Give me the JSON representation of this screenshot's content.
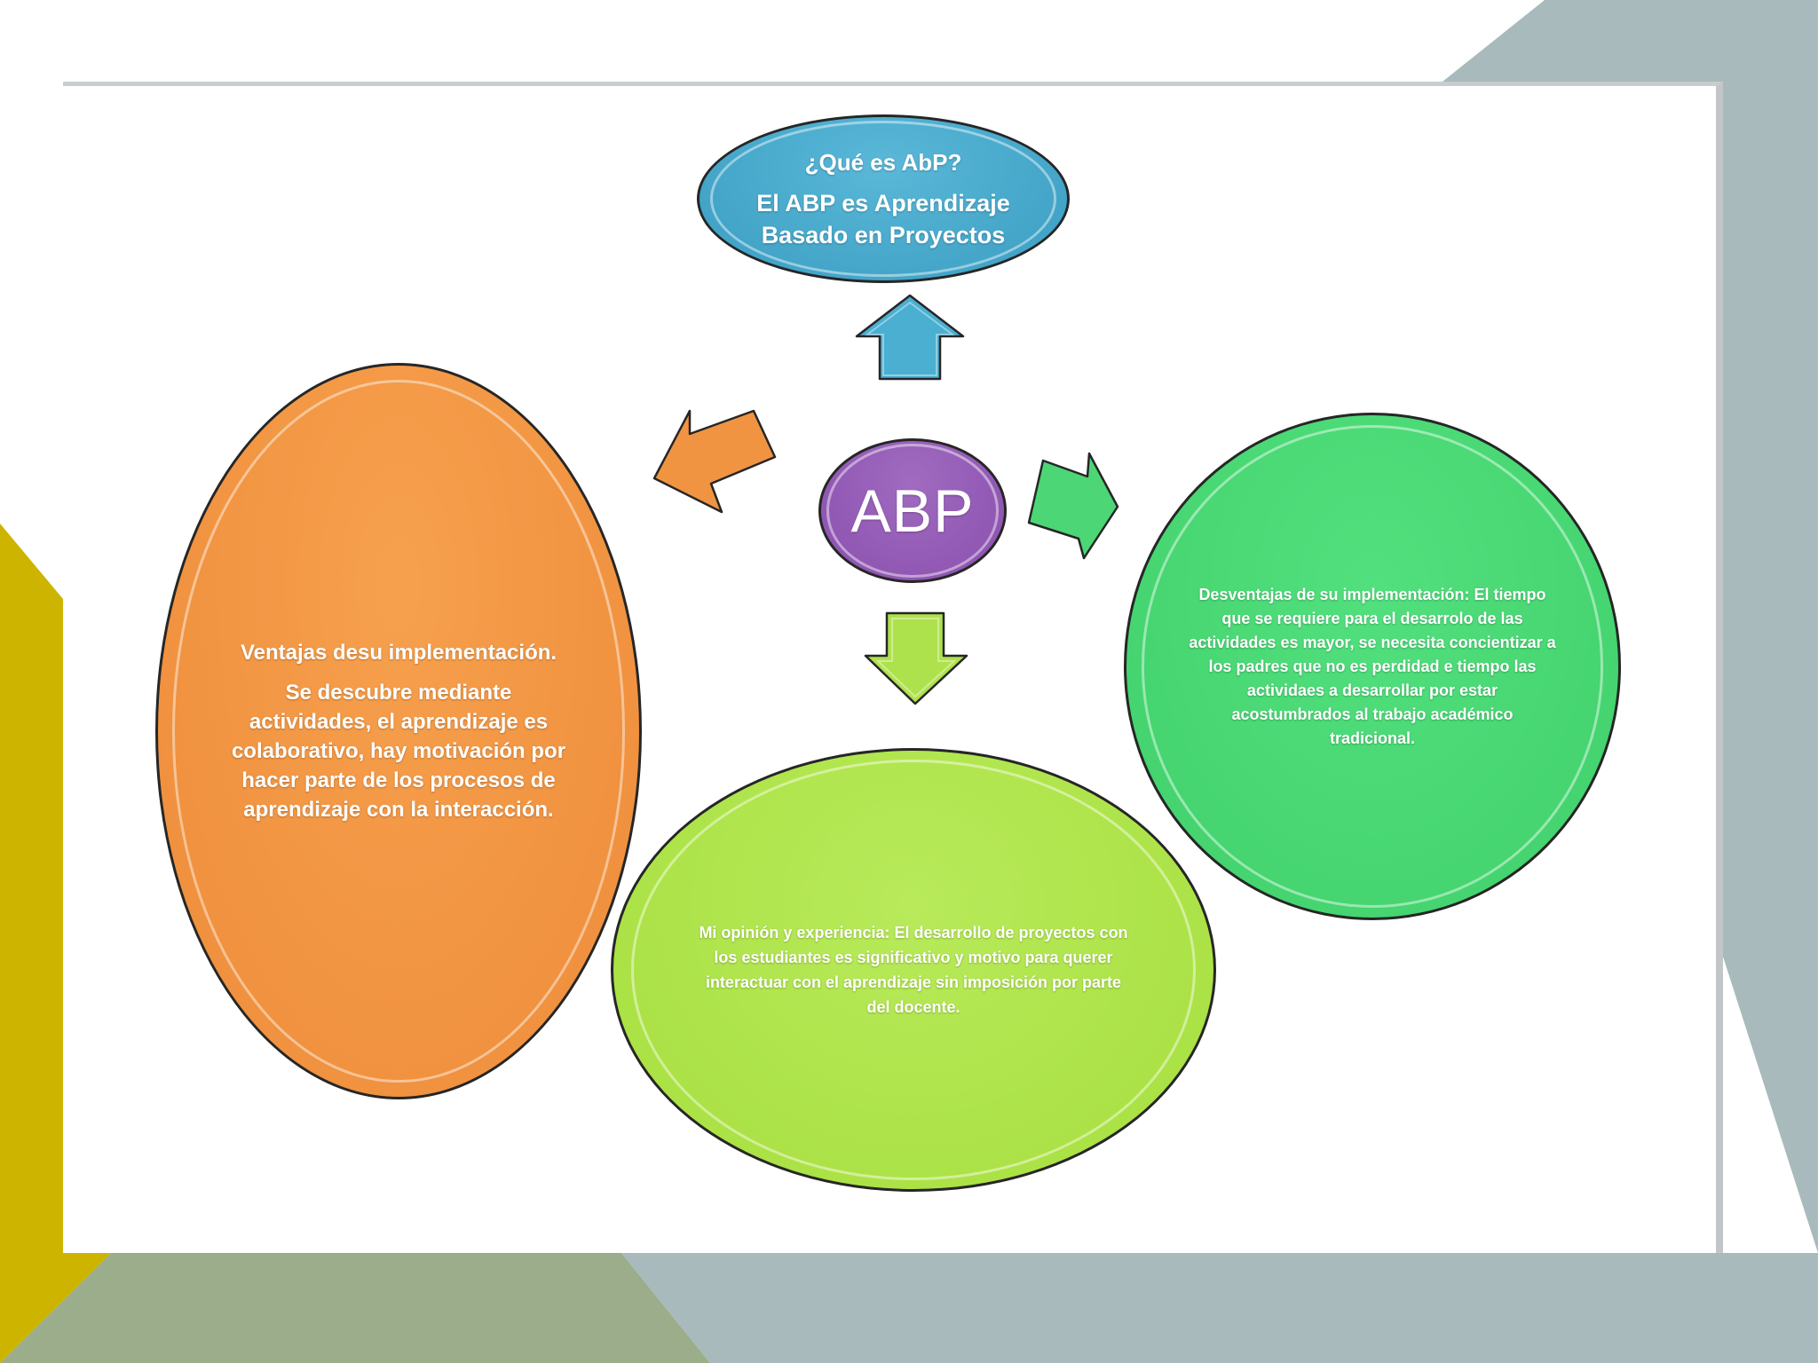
{
  "diagram": {
    "center": {
      "label": "ABP"
    },
    "top": {
      "question": "¿Qué es AbP?",
      "answer": "El ABP es Aprendizaje Basado en Proyectos"
    },
    "left": {
      "heading": "Ventajas desu implementación.",
      "body": "Se descubre mediante actividades, el aprendizaje es colaborativo, hay motivación por hacer parte de los procesos de aprendizaje con la interacción."
    },
    "right": {
      "body": "Desventajas de su implementación: El tiempo que se requiere para el desarrolo de las actividades es mayor, se necesita concientizar a los padres que no es perdidad e tiempo las actividaes a desarrollar por estar acostumbrados al trabajo académico tradicional."
    },
    "bottom": {
      "body": "Mi opinión y experiencia: El desarrollo de proyectos con los estudiantes es significativo y motivo para querer interactuar con el aprendizaje sin imposición por parte del docente."
    }
  },
  "colors": {
    "top": "#3a9dc2",
    "center": "#8a4fae",
    "left": "#ee8c3a",
    "right": "#40d06a",
    "bottom": "#a6df3e",
    "deco_gold": "#cdb400",
    "deco_gray_blue": "#a8babb",
    "deco_sage": "#9bad8a"
  }
}
